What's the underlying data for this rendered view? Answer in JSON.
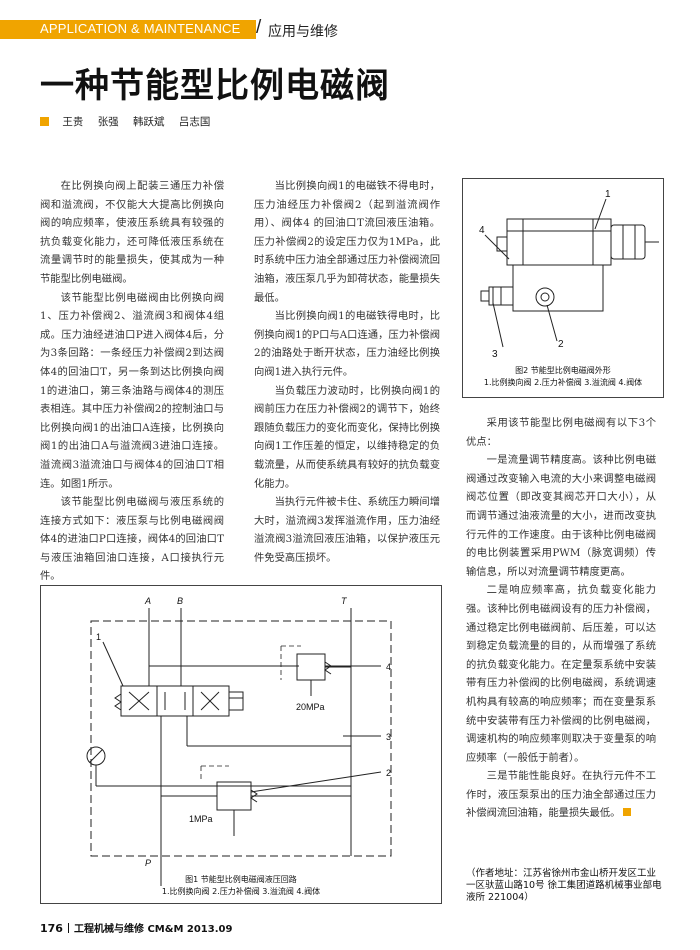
{
  "header": {
    "section_en": "APPLICATION & MAINTENANCE",
    "section_cn": "应用与维修"
  },
  "title": "一种节能型比例电磁阀",
  "authors": [
    "王贵",
    "张强",
    "韩跃斌",
    "吕志国"
  ],
  "col1": [
    "在比例换向阀上配装三通压力补偿阀和溢流阀，不仅能大大提高比例换向阀的响应频率，使液压系统具有较强的抗负载变化能力，还可降低液压系统在流量调节时的能量损失，使其成为一种节能型比例电磁阀。",
    "该节能型比例电磁阀由比例换向阀1、压力补偿阀2、溢流阀3和阀体4组成。压力油经进油口P进入阀体4后，分为3条回路：一条经压力补偿阀2到达阀体4的回油口T，另一条到达比例换向阀1的进油口，第三条油路与阀体4的测压表相连。其中压力补偿阀2的控制油口与比例换向阀1的出油口A连接，比例换向阀1的出油口A与溢流阀3进油口连接。溢流阀3溢流油口与阀体4的回油口T相连。如图1所示。",
    "该节能型比例电磁阀与液压系统的连接方式如下：液压泵与比例电磁阀阀体4的进油口P口连接，阀体4的回油口T与液压油箱回油口连接，A口接执行元件。"
  ],
  "col2": [
    "当比例换向阀1的电磁铁不得电时，压力油经压力补偿阀2（起到溢流阀作用）、阀体4 的回油口T流回液压油箱。压力补偿阀2的设定压力仅为1MPa，此时系统中压力油全部通过压力补偿阀流回油箱，液压泵几乎为卸荷状态，能量损失最低。",
    "当比例换向阀1的电磁铁得电时，比例换向阀1的P口与A口连通，压力补偿阀2的油路处于断开状态，压力油经比例换向阀1进入执行元件。",
    "当负载压力波动时，比例换向阀1的阀前压力在压力补偿阀2的调节下，始终跟随负载压力的变化而变化，保持比例换向阀1工作压差的恒定，以维持稳定的负载流量，从而使系统具有较好的抗负载变化能力。",
    "当执行元件被卡住、系统压力瞬间增大时，溢流阀3发挥溢流作用，压力油经溢流阀3溢流回液压油箱，以保护液压元件免受高压损坏。"
  ],
  "col3": [
    "采用该节能型比例电磁阀有以下3个优点：",
    "一是流量调节精度高。该种比例电磁阀通过改变输入电流的大小来调整电磁阀阀芯位置（即改变其阀芯开口大小），从而调节通过油液流量的大小，进而改变执行元件的工作速度。由于该种比例电磁阀的电比例装置采用PWM（脉宽调频）传输信息，所以对流量调节精度更高。",
    "二是响应频率高，抗负载变化能力强。该种比例电磁阀设有的压力补偿阀，通过稳定比例电磁阀前、后压差，可以达到稳定负载流量的目的，从而增强了系统的抗负载变化能力。在定量泵系统中安装带有压力补偿阀的比例电磁阀，系统调速机构具有较高的响应频率；而在变量泵系统中安装带有压力补偿阀的比例电磁阀，调速机构的响应频率则取决于变量泵的响应频率（一般低于前者）。",
    "三是节能性能良好。在执行元件不工作时，液压泵泵出的压力油全部通过压力补偿阀流回油箱，能量损失最低。"
  ],
  "fig1": {
    "caption": "图1  节能型比例电磁阀液压回路",
    "legend": "1.比例换向阀  2.压力补偿阀  3.溢流阀  4.阀体",
    "labels": {
      "A": "A",
      "B": "B",
      "T": "T",
      "P": "P",
      "n1": "1",
      "n2": "2",
      "n3": "3",
      "n4": "4",
      "p_relief": "20MPa",
      "p_comp": "1MPa"
    }
  },
  "fig2": {
    "caption": "图2  节能型比例电磁阀外形",
    "legend": "1.比例换向阀  2.压力补偿阀  3.溢流阀  4.阀体",
    "labels": {
      "n1": "1",
      "n2": "2",
      "n3": "3",
      "n4": "4"
    }
  },
  "address": "（作者地址：江苏省徐州市金山桥开发区工业一区驮蓝山路10号  徐工集团道路机械事业部电液所  221004）",
  "footer": {
    "page": "176",
    "journal": "工程机械与维修 CM&M 2013.09"
  }
}
